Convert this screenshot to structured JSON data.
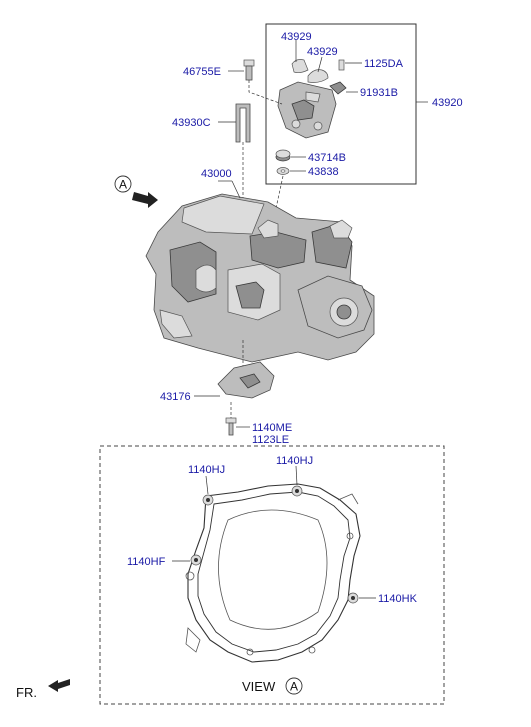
{
  "parts": {
    "p43929a": "43929",
    "p43929b": "43929",
    "p1125DA": "1125DA",
    "p46755E": "46755E",
    "p91931B": "91931B",
    "p43920": "43920",
    "p43930C": "43930C",
    "p43714B": "43714B",
    "p43838": "43838",
    "p43000": "43000",
    "p43176": "43176",
    "p1140ME": "1140ME",
    "p1123LE": "1123LE",
    "p1140HJa": "1140HJ",
    "p1140HJb": "1140HJ",
    "p1140HF": "1140HF",
    "p1140HK": "1140HK"
  },
  "markers": {
    "view_ref": "A",
    "view_label": "VIEW",
    "view_circle": "A",
    "front": "FR."
  }
}
